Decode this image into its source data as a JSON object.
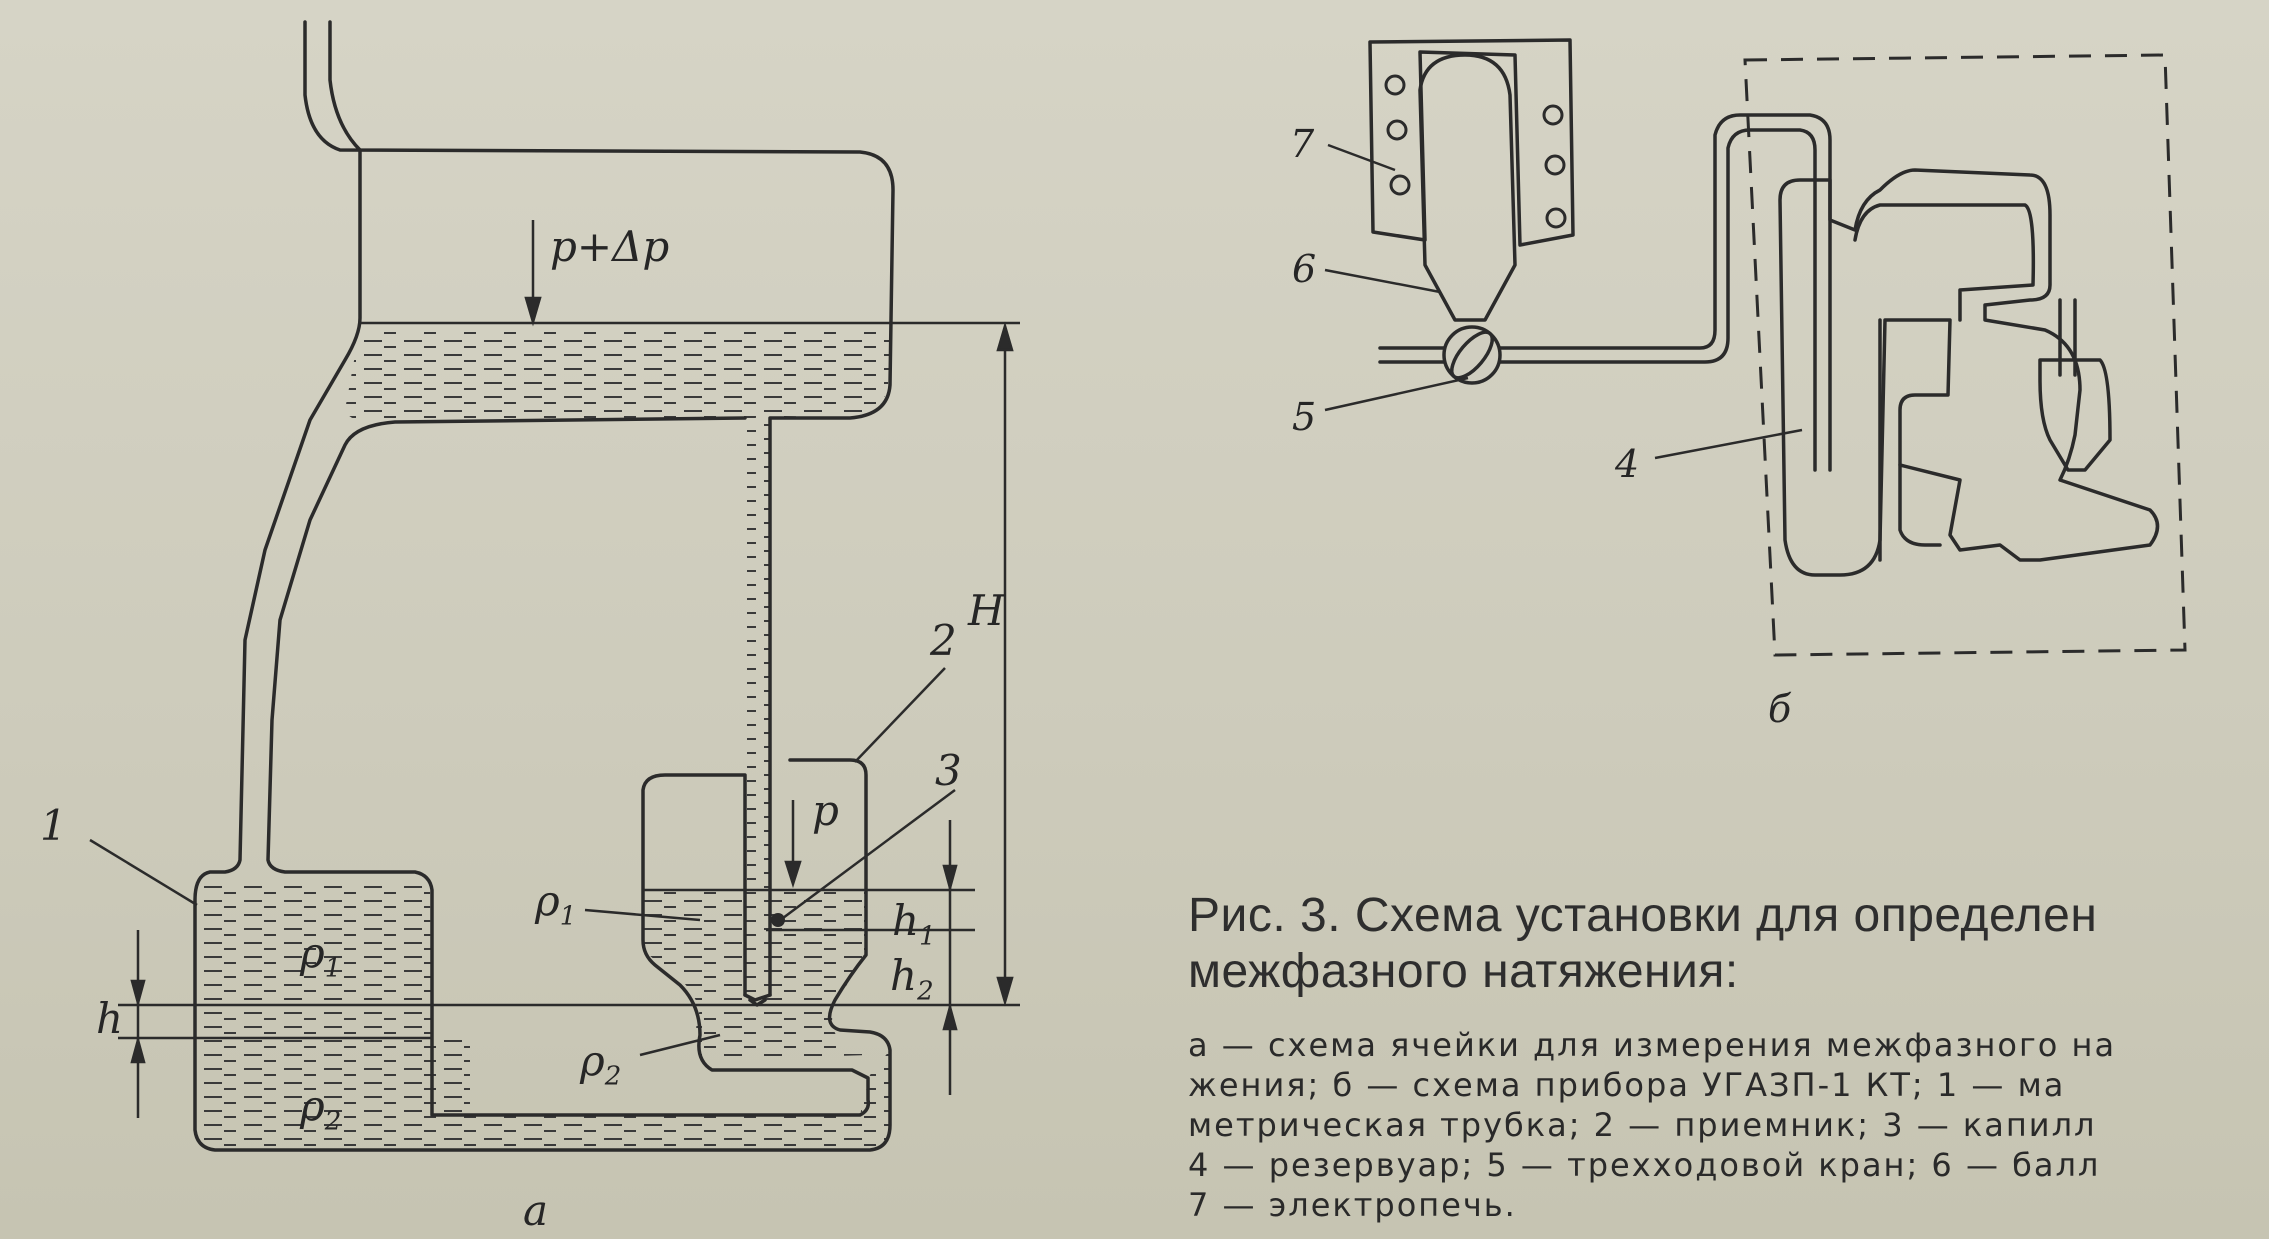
{
  "figure": {
    "panel_a": {
      "label": "а",
      "pressure_top": "p+Δp",
      "pressure_receiver": "p",
      "height_H": "H",
      "height_h": "h",
      "height_h1": "h",
      "height_h1_sub": "1",
      "height_h2": "h",
      "height_h2_sub": "2",
      "rho1_left": "ρ",
      "rho1_left_sub": "1",
      "rho2_left": "ρ",
      "rho2_left_sub": "2",
      "rho1_right": "ρ",
      "rho1_right_sub": "1",
      "rho2_right": "ρ",
      "rho2_right_sub": "2",
      "num_1": "1",
      "num_2": "2",
      "num_3": "3"
    },
    "panel_b": {
      "label": "б",
      "num_4": "4",
      "num_5": "5",
      "num_6": "6",
      "num_7": "7"
    }
  },
  "caption": {
    "title_line1": "Рис. 3. Схема установки для определен",
    "title_line2": "межфазного натяжения:",
    "body_line1": "а — схема ячейки для измерения межфазного на",
    "body_line2": "жения; б — схема прибора УГАЗП-1 КТ; 1 — ма",
    "body_line3": "метрическая трубка; 2 — приемник; 3 — капилл",
    "body_line4": "4 — резервуар; 5 — трехходовой кран; 6 — балл",
    "body_line5": "7 — электропечь."
  },
  "colors": {
    "ink": "#2b2b2b",
    "paper": "#d0cec0"
  }
}
